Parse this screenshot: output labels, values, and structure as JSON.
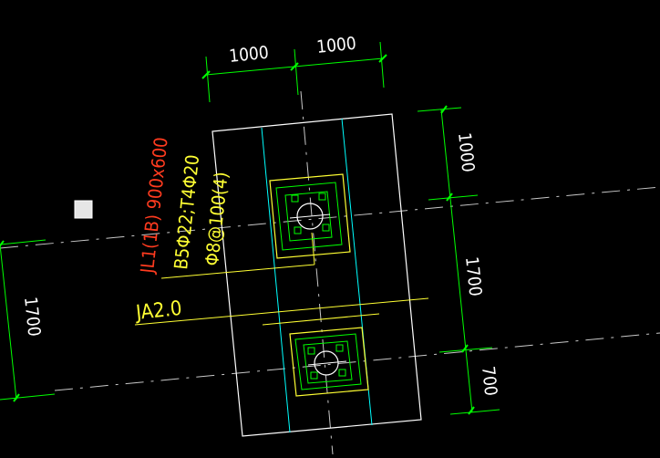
{
  "colors": {
    "background": "#000000",
    "dimension": "#00ff00",
    "outline": "#ffffff",
    "rebar_line": "#00ffff",
    "label_red": "#ff3b1f",
    "label_yellow": "#ffff33",
    "grid_axis": "#c0c0c0",
    "cursor_box": "#e6e6e6"
  },
  "dimensions": {
    "top_left": "1000",
    "top_right": "1000",
    "right_top": "1000",
    "right_middle": "1700",
    "right_bottom": "700",
    "left": "1700"
  },
  "beam_label": {
    "name": "JL1(1B) 900x600",
    "bottom_top_rebar": "B5Φ22;T4Φ20",
    "stirrup": "Φ8@100(4)"
  },
  "cap_label": "JA2.0",
  "icons": {
    "cursor": "selection-square-icon",
    "column": "column-symbol-icon",
    "rebar_point": "rebar-point-icon"
  }
}
